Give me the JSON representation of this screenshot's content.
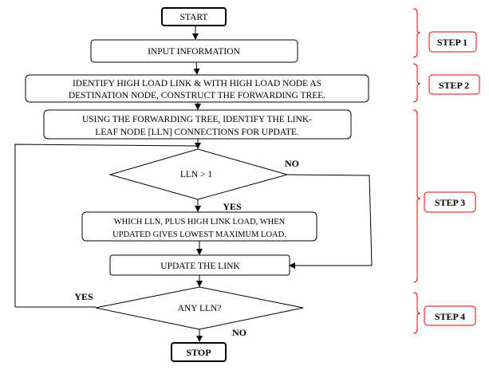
{
  "nodes": {
    "start": "START",
    "input": "INPUT INFORMATION",
    "identify": [
      "IDENTIFY HIGH LOAD LINK & WITH HIGH LOAD NODE AS",
      "DESTINATION NODE, CONSTRUCT THE FORWARDING TREE."
    ],
    "using": [
      "USING THE FORWARDING TREE, IDENTIFY THE LINK-",
      "LEAF NODE [LLN] CONNECTIONS FOR UPDATE."
    ],
    "decision1": "LLN > 1",
    "which": [
      "WHICH LLN, PLUS HIGH LINK LOAD, WHEN",
      "UPDATED GIVES LOWEST MAXIMUM LOAD."
    ],
    "update": "UPDATE THE LINK",
    "decision2": "ANY LLN?",
    "stop": "STOP"
  },
  "edge_labels": {
    "d1_no": "NO",
    "d1_yes": "YES",
    "d2_yes": "YES",
    "d2_no": "NO"
  },
  "steps": [
    "STEP 1",
    "STEP 2",
    "STEP 3",
    "STEP 4"
  ],
  "colors": {
    "step": "#e00000",
    "line": "#000000"
  }
}
